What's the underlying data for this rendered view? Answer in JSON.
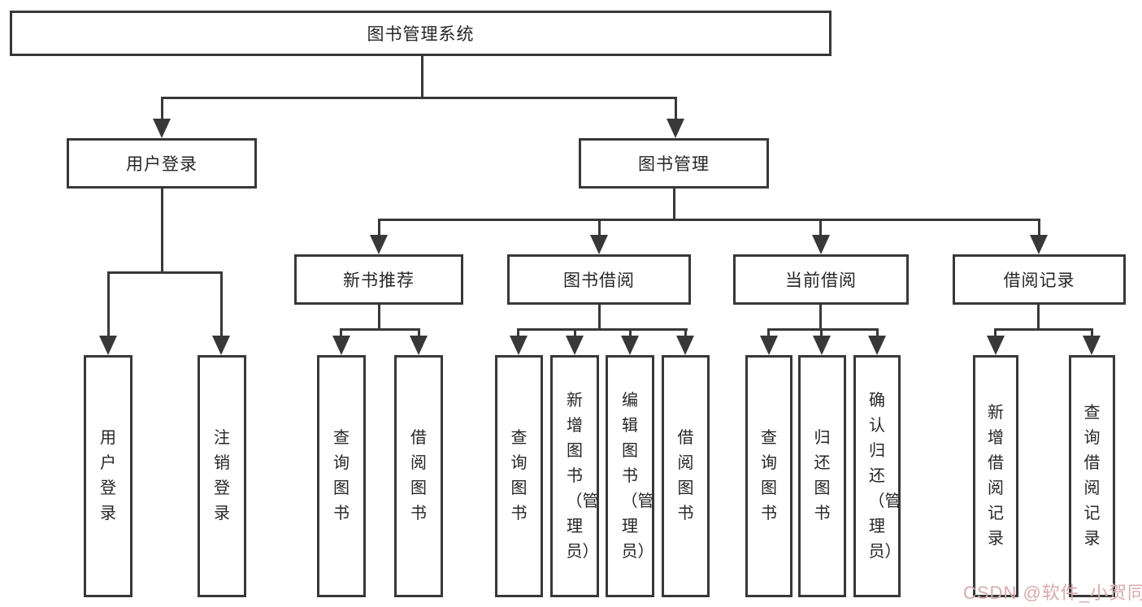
{
  "diagram": {
    "title": "图书管理系统",
    "level2": {
      "user_login": "用户登录",
      "book_management": "图书管理"
    },
    "level3": {
      "new_book_recommend": "新书推荐",
      "book_borrowing": "图书借阅",
      "current_borrowing": "当前借阅",
      "borrowing_records": "借阅记录"
    },
    "leaves": {
      "login": "用户登录",
      "logout": "注销登录",
      "rec_query_books": "查询图书",
      "rec_borrow_books": "借阅图书",
      "bor_query_books": "查询图书",
      "bor_add_books": "新增图书（管理员）",
      "bor_edit_books": "编辑图书（管理员）",
      "bor_borrow_books": "借阅图书",
      "cur_query_books": "查询图书",
      "cur_return_books": "归还图书",
      "cur_confirm_return": "确认归还（管理员）",
      "recd_add_record": "新增借阅记录",
      "recd_query_record": "查询借阅记录"
    },
    "watermark": "CSDN @软件_小贺同学",
    "colors": {
      "line": "#383838",
      "text": "#262626",
      "watermark": "#d7abab",
      "background": "#ffffff"
    }
  }
}
